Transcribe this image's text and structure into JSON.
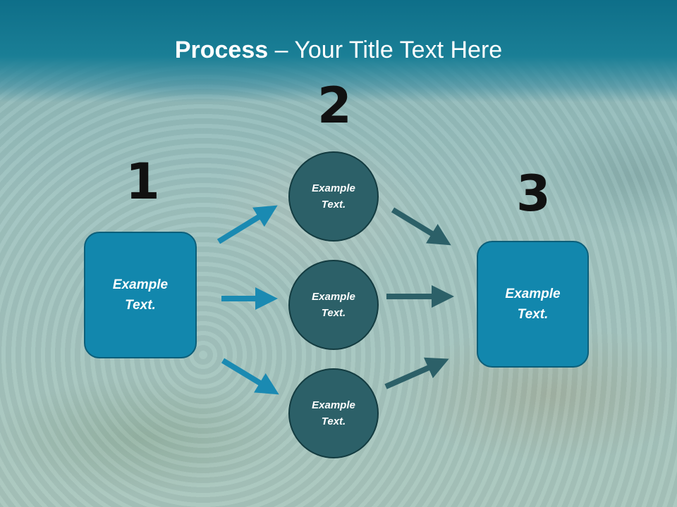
{
  "slide": {
    "title_bold": "Process",
    "title_rest": " – Your Title Text Here"
  },
  "numbers": [
    "1",
    "2",
    "3"
  ],
  "left_box": {
    "line1": "Example",
    "line2": "Text."
  },
  "circles": [
    {
      "line1": "Example",
      "line2": "Text."
    },
    {
      "line1": "Example",
      "line2": "Text."
    },
    {
      "line1": "Example",
      "line2": "Text."
    }
  ],
  "right_box": {
    "line1": "Example",
    "line2": "Text."
  },
  "colors": {
    "header": "#0e6f89",
    "box_fill": "#1287ad",
    "circle_fill": "#2c6068",
    "arrow_blue": "#1a8ab2",
    "arrow_dark": "#2c6068"
  }
}
